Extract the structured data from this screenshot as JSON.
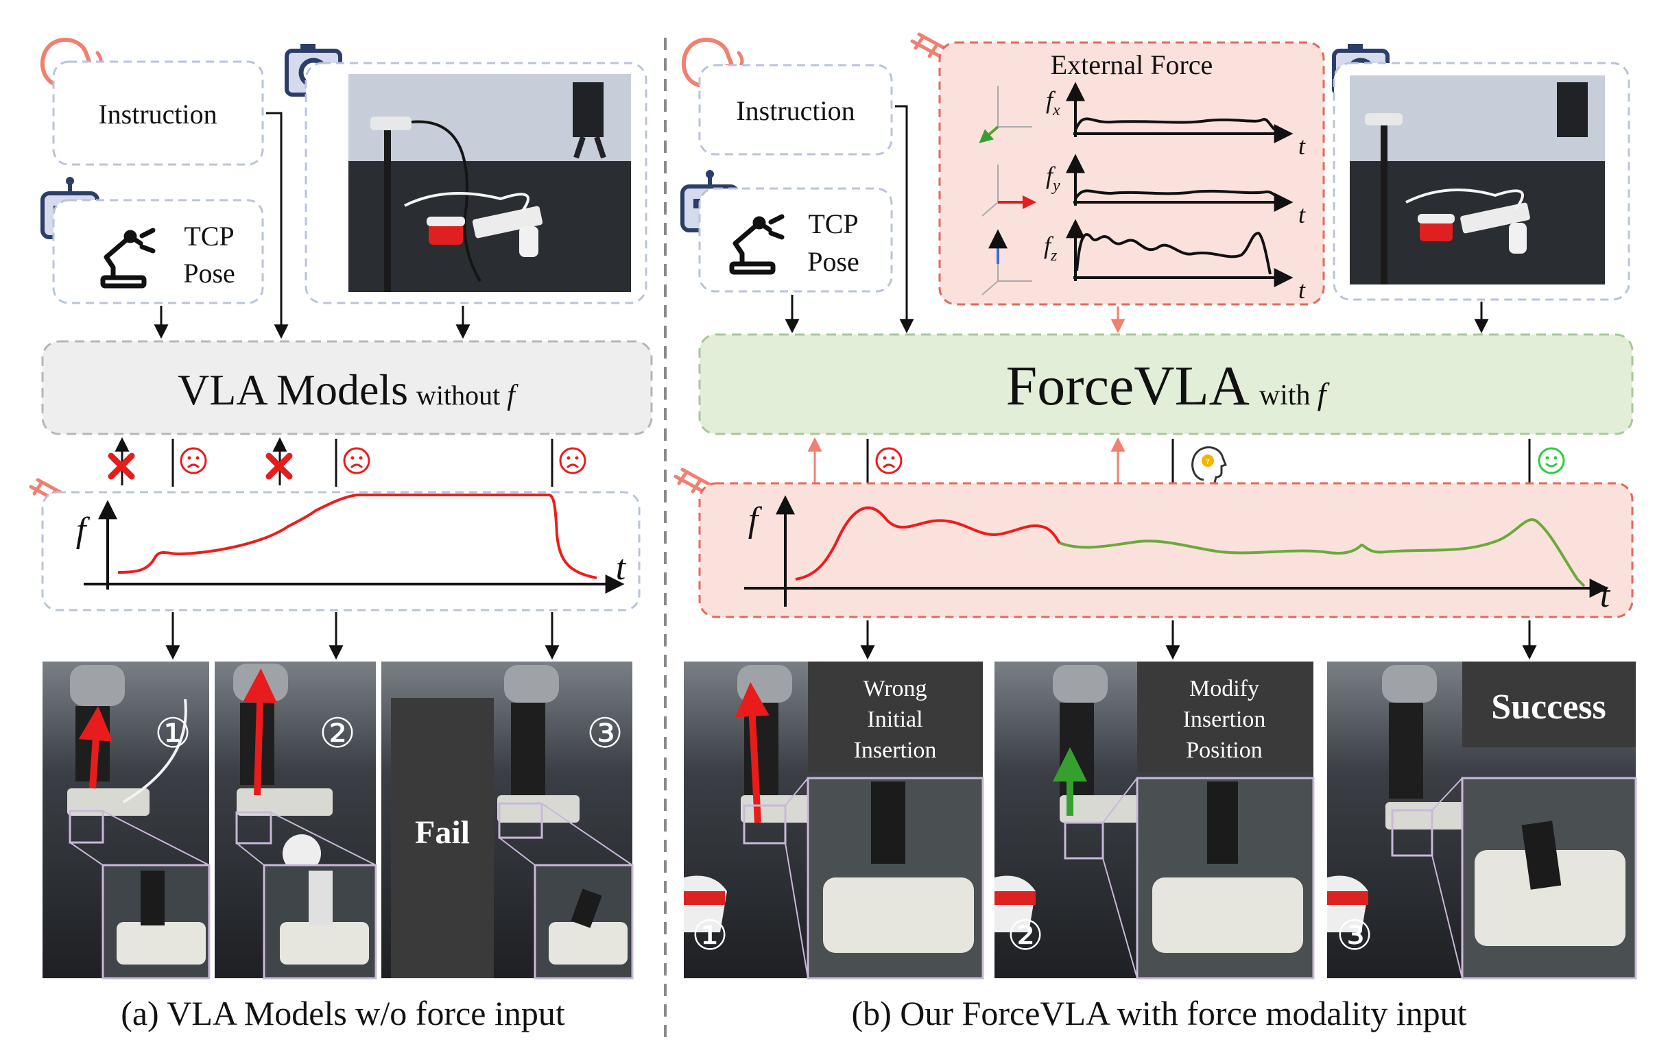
{
  "left": {
    "instruction": "Instruction",
    "tcp_line1": "TCP",
    "tcp_line2": "Pose",
    "model_main": "VLA Models",
    "model_sub": "without",
    "model_var": "f",
    "force_axis_y": "f",
    "force_axis_x": "t",
    "step1": "①",
    "step2": "②",
    "step3": "③",
    "fail_label": "Fail",
    "caption": "(a) VLA Models w/o force input"
  },
  "right": {
    "instruction": "Instruction",
    "tcp_line1": "TCP",
    "tcp_line2": "Pose",
    "external_force_title": "External Force",
    "fx": "fx",
    "fy": "fy",
    "fz": "fz",
    "t": "t",
    "model_main": "ForceVLA",
    "model_sub": "with",
    "model_var": "f",
    "force_axis_y": "f",
    "force_axis_x": "t",
    "step1": "①",
    "step2": "②",
    "step3": "③",
    "label1": [
      "Wrong",
      "Initial",
      "Insertion"
    ],
    "label2": [
      "Modify",
      "Insertion",
      "Position"
    ],
    "label3": "Success",
    "caption": "(b) Our ForceVLA with force modality input"
  },
  "colors": {
    "box_border": "#b9c3dc",
    "gray_box": "#eeeeee",
    "green_box": "#e3eed9",
    "green_border": "#a8c79a",
    "red_box": "#fbe1dc",
    "red_border": "#e2695a",
    "red_curve": "#ee1c1c",
    "green_curve": "#6aaa3a",
    "photo_dark": "#2b2d30",
    "label_box": "#3a3a3a"
  },
  "icons": {
    "voice": "speaking-head-icon",
    "camera": "camera-icon",
    "robot": "robot-face-icon",
    "arm": "robot-arm-icon",
    "force": "force-sensor-icon",
    "fail_mark": "red-x-icon",
    "sad": "sad-face-icon",
    "thinking": "thinking-head-icon",
    "happy": "smile-face-icon"
  }
}
